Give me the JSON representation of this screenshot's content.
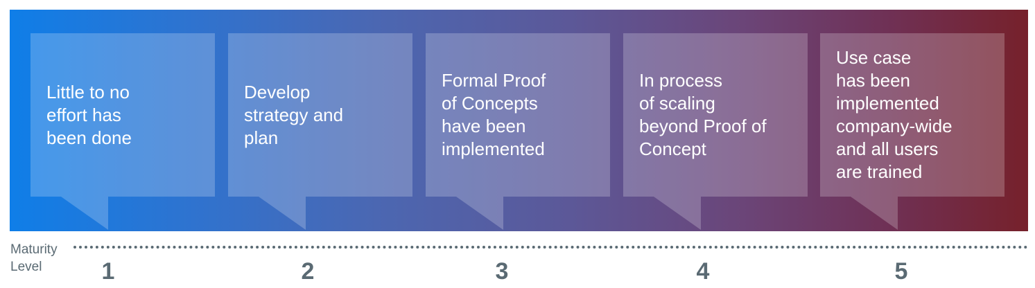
{
  "stages": [
    {
      "text": "Little to no\neffort has\nbeen done",
      "level": "1"
    },
    {
      "text": "Develop\nstrategy and\nplan",
      "level": "2"
    },
    {
      "text": "Formal Proof\nof Concepts\nhave been\nimplemented",
      "level": "3"
    },
    {
      "text": "In process\nof scaling\nbeyond Proof of\nConcept",
      "level": "4"
    },
    {
      "text": "Use case\nhas been\nimplemented\ncompany-wide\nand all users\nare trained",
      "level": "5"
    }
  ],
  "axis": {
    "label": "Maturity\nLevel"
  },
  "colors": {
    "gradient_start": "#0f7ee8",
    "gradient_end": "#76212b",
    "axis_text": "#5a6a73"
  }
}
